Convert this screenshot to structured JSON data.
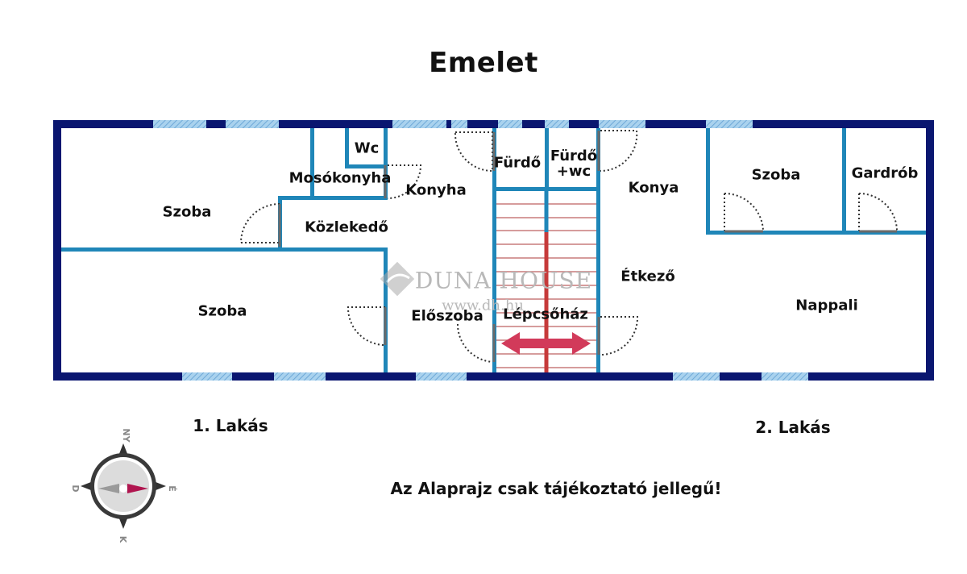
{
  "title": "Emelet",
  "rooms": [
    {
      "key": "szoba1",
      "label": "Szoba"
    },
    {
      "key": "wc",
      "label": "Wc"
    },
    {
      "key": "mosokonyha",
      "label": "Mosókonyha"
    },
    {
      "key": "konyha",
      "label": "Konyha"
    },
    {
      "key": "kozlekedo",
      "label": "Közlekedő"
    },
    {
      "key": "szoba2",
      "label": "Szoba"
    },
    {
      "key": "eloszoba",
      "label": "Előszoba"
    },
    {
      "key": "furdo",
      "label": "Fürdő"
    },
    {
      "key": "furdowc",
      "label": "Fürdő\n+wc"
    },
    {
      "key": "lepcsohaz",
      "label": "Lépcsőház"
    },
    {
      "key": "konya",
      "label": "Konya"
    },
    {
      "key": "etkezo",
      "label": "Étkező"
    },
    {
      "key": "szoba3",
      "label": "Szoba"
    },
    {
      "key": "gardrob",
      "label": "Gardrób"
    },
    {
      "key": "nappali",
      "label": "Nappali"
    }
  ],
  "apartments": {
    "first": "1. Lakás",
    "second": "2. Lakás"
  },
  "disclaimer": "Az Alaprajz csak tájékoztató jellegű!",
  "watermark": {
    "brand": "DUNA HOUSE",
    "trademark": "®",
    "url": "www.dh.hu"
  },
  "compass": {
    "north": "NY",
    "east": "É",
    "south": "K",
    "west": "D"
  },
  "colors": {
    "outer_wall": "#0a1670",
    "inner_wall": "#1f86b8",
    "window": "#8fc3e6",
    "stair_line": "#c97b7b",
    "stair_center": "#c63a3a",
    "arrow": "#d23a5a",
    "door_leaf": "#6a6a6a",
    "compass_needle": "#b0154f"
  }
}
